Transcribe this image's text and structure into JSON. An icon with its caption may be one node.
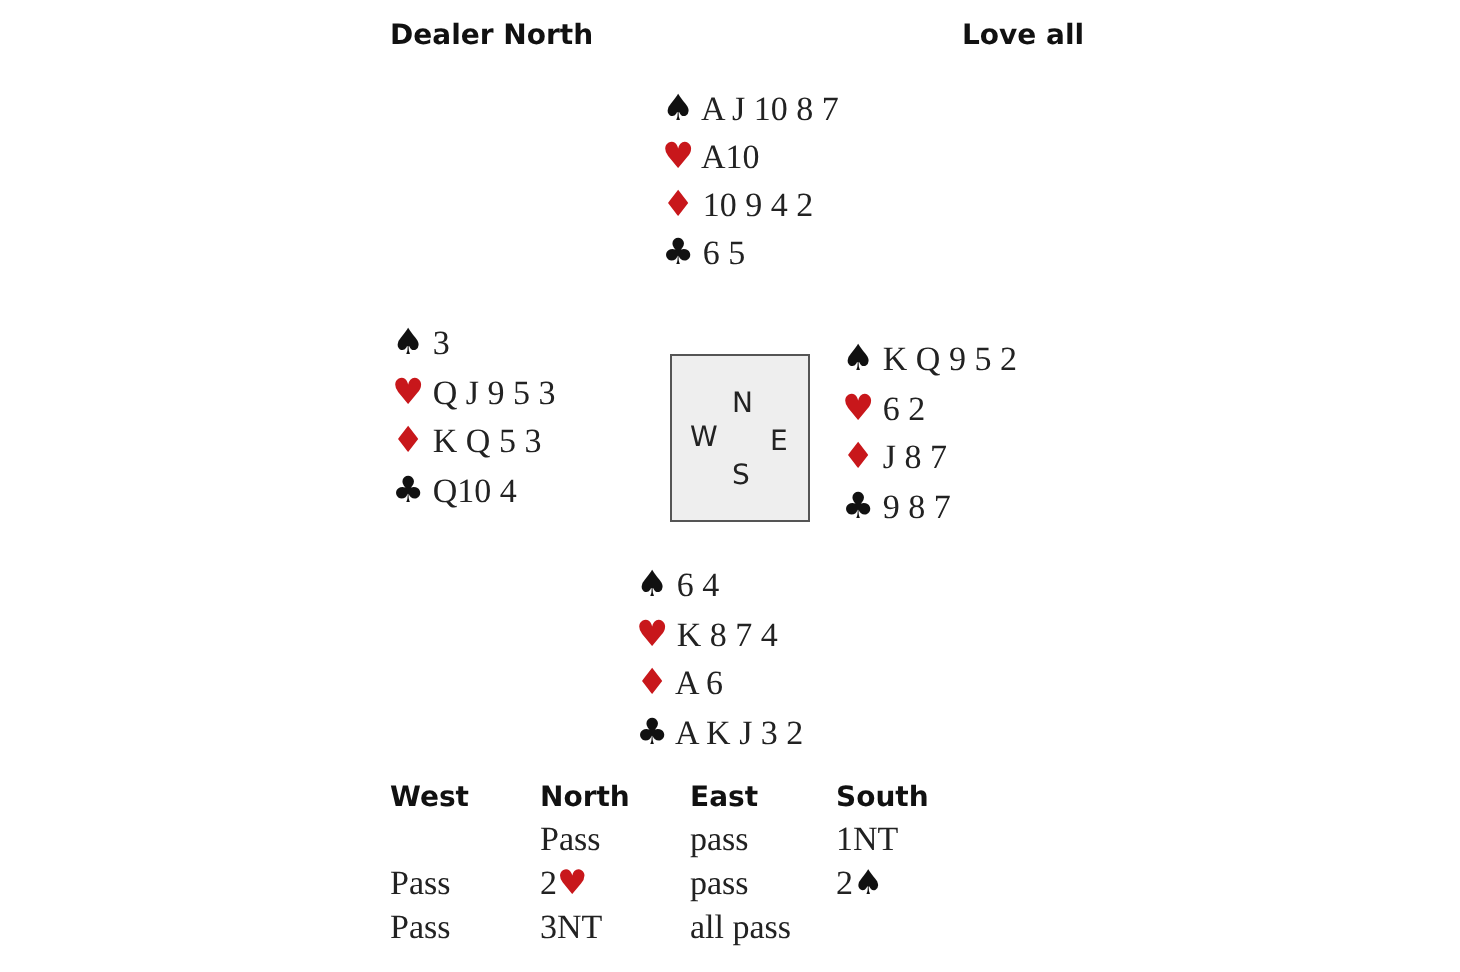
{
  "diagram": {
    "nodes": [
      {
        "text": [
          "N",
          "W",
          "E",
          "S"
        ]
      }
    ],
    "labels": [
      "Dealer North",
      "Love all",
      "♠ A J 10 8 7",
      "♥ A10",
      "♦ 10 9 4 2",
      "♣ 6 5",
      "♠ 3",
      "♥ Q J 9 5 3",
      "♦ K Q 5 3",
      "♣ Q10 4",
      "♠ K Q 9 5 2",
      "♥ 6 2",
      "♦ J 8 7",
      "♣ 9 8 7",
      "♠ 6 4",
      "♥ K 8 7 4",
      "♦ A 6",
      "♣ A K J 3 2",
      "West",
      "North",
      "East",
      "South",
      "Pass",
      "pass",
      "1NT",
      "Pass",
      "2♥",
      "pass",
      "2♠",
      "Pass",
      "3NT",
      "all pass"
    ]
  }
}
